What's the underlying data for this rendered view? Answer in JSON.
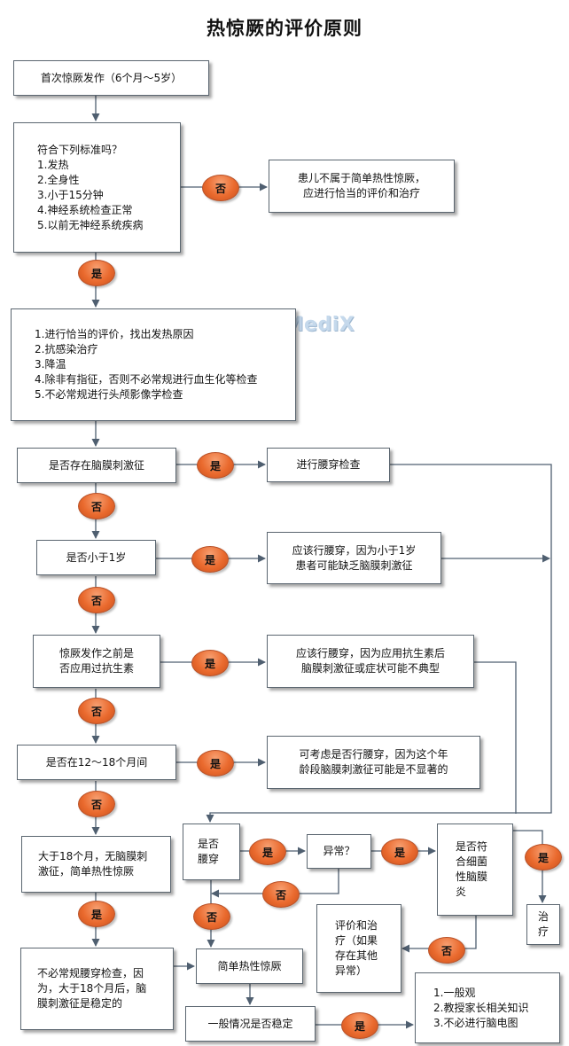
{
  "title": "热惊厥的评价原则",
  "watermark": "© MediX",
  "nodes": {
    "start": "首次惊厥发作（6个月～5岁）",
    "criteria": {
      "heading": "符合下列标准吗？",
      "items": [
        "1.发热",
        "2.全身性",
        "3.小于15分钟",
        "4.神经系统检查正常",
        "5.以前无神经系统疾病"
      ]
    },
    "not_simple": [
      "患儿不属于简单热性惊厥，",
      "应进行恰当的评价和治疗"
    ],
    "initial_steps": [
      "1.进行恰当的评价，找出发热原因",
      "2.抗感染治疗",
      "3.降温",
      "4.除非有指征，否则不必常规进行血生化等检查",
      "5.不必常规进行头颅影像学检查"
    ],
    "q_meningeal": "是否存在脑膜刺激征",
    "lumbar_puncture": "进行腰穿检查",
    "q_under_1": "是否小于1岁",
    "under_1_action": [
      "应该行腰穿，因为小于1岁",
      "患者可能缺乏脑膜刺激征"
    ],
    "q_antibiotics": [
      "惊厥发作之前是",
      "否应用过抗生素"
    ],
    "antibiotics_action": [
      "应该行腰穿，因为应用抗生素后",
      "脑膜刺激征或症状可能不典型"
    ],
    "q_12_18": "是否在12～18个月间",
    "age_12_18_action": [
      "可考虑是否行腰穿，因为这个年",
      "龄段脑膜刺激征可能是不显著的"
    ],
    "over_18": [
      "大于18个月，无脑膜刺",
      "激征，简单热性惊厥"
    ],
    "q_lp": [
      "是否",
      "腰穿"
    ],
    "abnormal": "异常？",
    "q_bacterial": [
      "是否符",
      "合细菌",
      "性脑膜",
      "炎"
    ],
    "treat": [
      "治",
      "疗"
    ],
    "evaluate_treat": [
      "评价和治",
      "疗（如果",
      "存在其他",
      "异常）"
    ],
    "no_routine_lp": [
      "不必常规腰穿检查，因",
      "为，大于18个月后，脑",
      "膜刺激征是稳定的"
    ],
    "simple_fs": "简单热性惊厥",
    "q_stable": "一般情况是否稳定",
    "final_steps": [
      "1.一般观",
      "2.教授家长相关知识",
      "3.不必进行脑电图"
    ]
  },
  "labels": {
    "yes": "是",
    "no": "否"
  },
  "colors": {
    "line": "#4f5f70",
    "oval": "#ea6a2e",
    "watermark": "#c5d9ec"
  }
}
